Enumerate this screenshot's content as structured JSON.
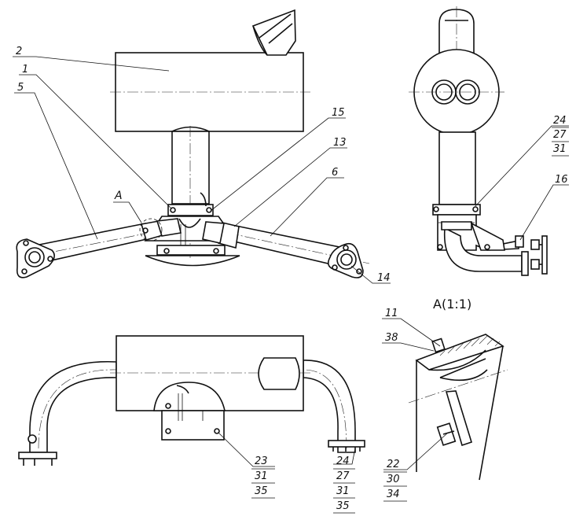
{
  "labels": {
    "top_view": {
      "muffler": "2",
      "clamp_left": "1",
      "pipe_left": "5",
      "detail_ref": "A",
      "clamp_right": "15",
      "coupling_right": "13",
      "pipe_right": "6",
      "flange_right": "14"
    },
    "side_view": {
      "fasteners_row1": "24",
      "fasteners_row2": "27",
      "fasteners_row3": "31",
      "bracket": "16"
    },
    "front_view": {
      "bracket_row1": "23",
      "bracket_row2": "31",
      "bracket_row3": "35",
      "flange_row1": "24",
      "flange_row2": "27",
      "flange_row3": "31",
      "flange_row4": "35"
    },
    "detail_view": {
      "title": "A(1:1)",
      "item_top": "11",
      "item_mid": "38",
      "bolt_row1": "22",
      "bolt_row2": "30",
      "bolt_row3": "34"
    }
  }
}
